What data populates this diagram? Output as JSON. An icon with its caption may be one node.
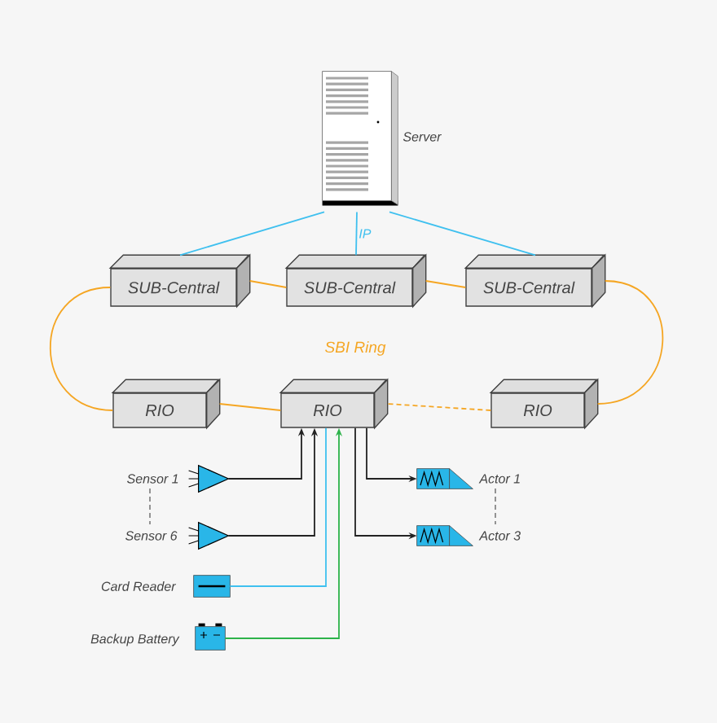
{
  "diagram": {
    "nodes": [
      {
        "text": [],
        "shape": "picture",
        "beside": [
          "Server"
        ]
      },
      {
        "text": [
          "SUB-Central"
        ]
      },
      {
        "text": [
          "SUB-Central"
        ]
      },
      {
        "text": [
          "SUB-Central"
        ]
      },
      {
        "text": [
          "RIO"
        ]
      },
      {
        "text": [
          "RIO"
        ]
      },
      {
        "text": [
          "RIO"
        ]
      },
      {
        "text": [],
        "shape": "triangle",
        "beside": [
          "Sensor 1"
        ]
      },
      {
        "text": [],
        "shape": "triangle",
        "beside": [
          "Sensor 6"
        ]
      },
      {
        "text": [],
        "shape": "box",
        "beside": [
          "Card Reader"
        ]
      },
      {
        "text": [],
        "shape": "battery",
        "beside": [
          "Backup Battery"
        ]
      },
      {
        "text": [],
        "shape": "actuator",
        "beside": [
          "Actor 1"
        ]
      },
      {
        "text": [],
        "shape": "actuator",
        "beside": [
          "Actor 3"
        ]
      }
    ],
    "edges": [
      {
        "from": 0,
        "to": 1,
        "arrow": "none",
        "color": "#3fc0ef"
      },
      {
        "from": 0,
        "to": 2,
        "arrow": "none",
        "label": "IP",
        "color": "#3fc0ef"
      },
      {
        "from": 0,
        "to": 3,
        "arrow": "none",
        "color": "#3fc0ef"
      },
      {
        "from": 1,
        "to": 2,
        "arrow": "none"
      },
      {
        "from": 2,
        "to": 3,
        "arrow": "none"
      },
      {
        "from": 3,
        "to": 6,
        "arrow": "none"
      },
      {
        "from": 6,
        "to": 5,
        "arrow": "none",
        "style": "dashed"
      },
      {
        "from": 5,
        "to": 4,
        "arrow": "none"
      },
      {
        "from": 4,
        "to": 1,
        "arrow": "none"
      },
      {
        "from": 7,
        "to": 5,
        "arrow": "to",
        "color": "#222222"
      },
      {
        "from": 8,
        "to": 5,
        "arrow": "to",
        "color": "#222222"
      },
      {
        "from": 9,
        "to": 5,
        "arrow": "none",
        "color": "#3fc0ef"
      },
      {
        "from": 10,
        "to": 5,
        "arrow": "to",
        "color": "#2db34a"
      },
      {
        "from": 5,
        "to": 11,
        "arrow": "to",
        "color": "#222222"
      },
      {
        "from": 5,
        "to": 12,
        "arrow": "to",
        "color": "#222222"
      },
      {
        "from": 7,
        "to": 8,
        "arrow": "none",
        "style": "dashed",
        "color": "#888888"
      },
      {
        "from": 11,
        "to": 12,
        "arrow": "none",
        "style": "dashed",
        "color": "#888888"
      }
    ],
    "labels": [
      "SBI Ring"
    ]
  }
}
